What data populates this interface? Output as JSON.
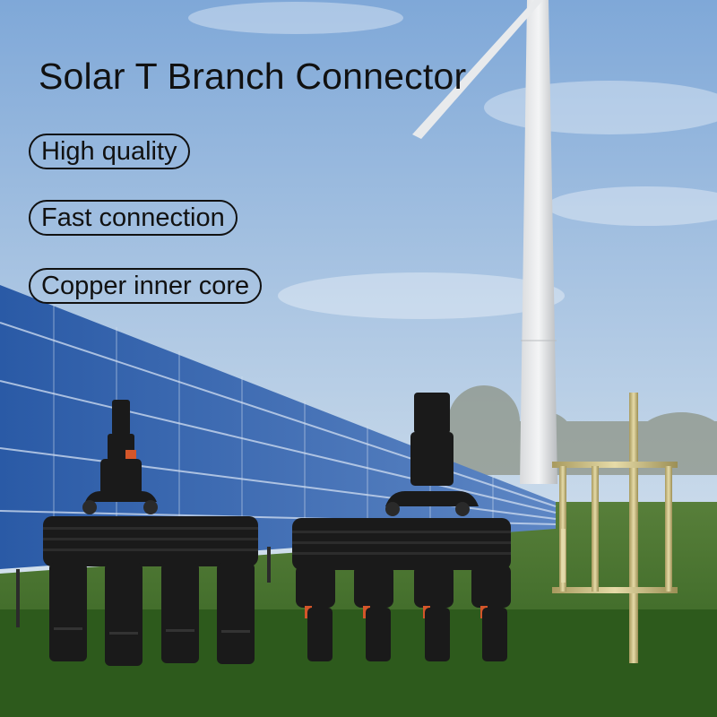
{
  "headline": "Solar T Branch Connector",
  "features": [
    "High quality",
    "Fast connection",
    "Copper inner core"
  ],
  "colors": {
    "sky_top": "#7aa5d6",
    "sky_bottom": "#dfe9f2",
    "grass": "#3f7a2a",
    "panel": "#2f5fa8",
    "connector": "#1a1a1a",
    "pin_accent": "#d4562a",
    "copper_rod": "#c8b97a"
  }
}
